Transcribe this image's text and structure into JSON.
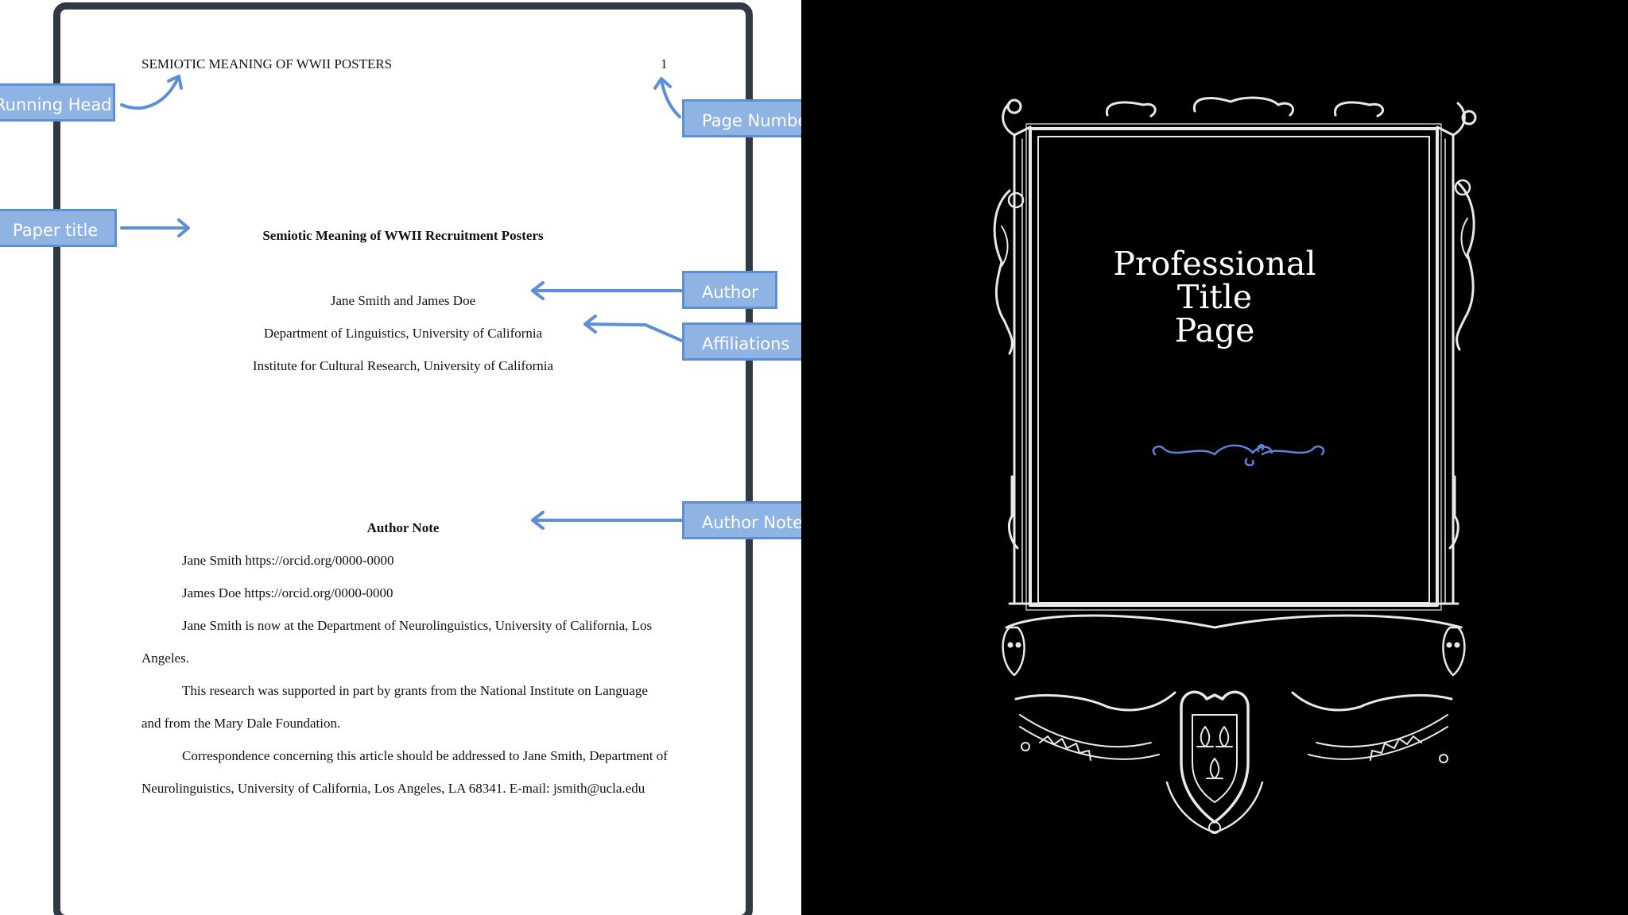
{
  "paper": {
    "running_head": "SEMIOTIC MEANING OF WWII POSTERS",
    "page_number": "1",
    "title": "Semiotic Meaning of WWII Recruitment Posters",
    "authors": "Jane Smith and James Doe",
    "affiliation_1": "Department of Linguistics, University of California",
    "affiliation_2": "Institute for Cultural Research, University of California",
    "author_note_heading": "Author Note",
    "note_lines": [
      "Jane Smith https://orcid.org/0000-0000",
      "James Doe https://orcid.org/0000-0000",
      "Jane Smith is now at the Department of Neurolinguistics, University of California, Los",
      "Angeles.",
      "This research was supported in part by grants from the National Institute on Language",
      "and from the Mary Dale Foundation.",
      "Correspondence concerning this article should be addressed to Jane Smith, Department of",
      "Neurolinguistics, University of California, Los Angeles, LA 68341. E-mail: jsmith@ucla.edu"
    ]
  },
  "callouts": {
    "running_head": "Running Head",
    "paper_title": "Paper title",
    "page_number": "Page Number",
    "author": "Author",
    "affiliations": "Affiliations",
    "author_note": "Author Note"
  },
  "title_page": {
    "lines": [
      "Professional",
      "Title",
      "Page"
    ]
  },
  "colors": {
    "callout_fill": "#8fb3e3",
    "callout_border": "#5d8fd4",
    "arrow": "#5d8fd4",
    "paper_border": "#2f3a44",
    "right_background": "#000000",
    "ornament_accent": "#5b84d6"
  }
}
